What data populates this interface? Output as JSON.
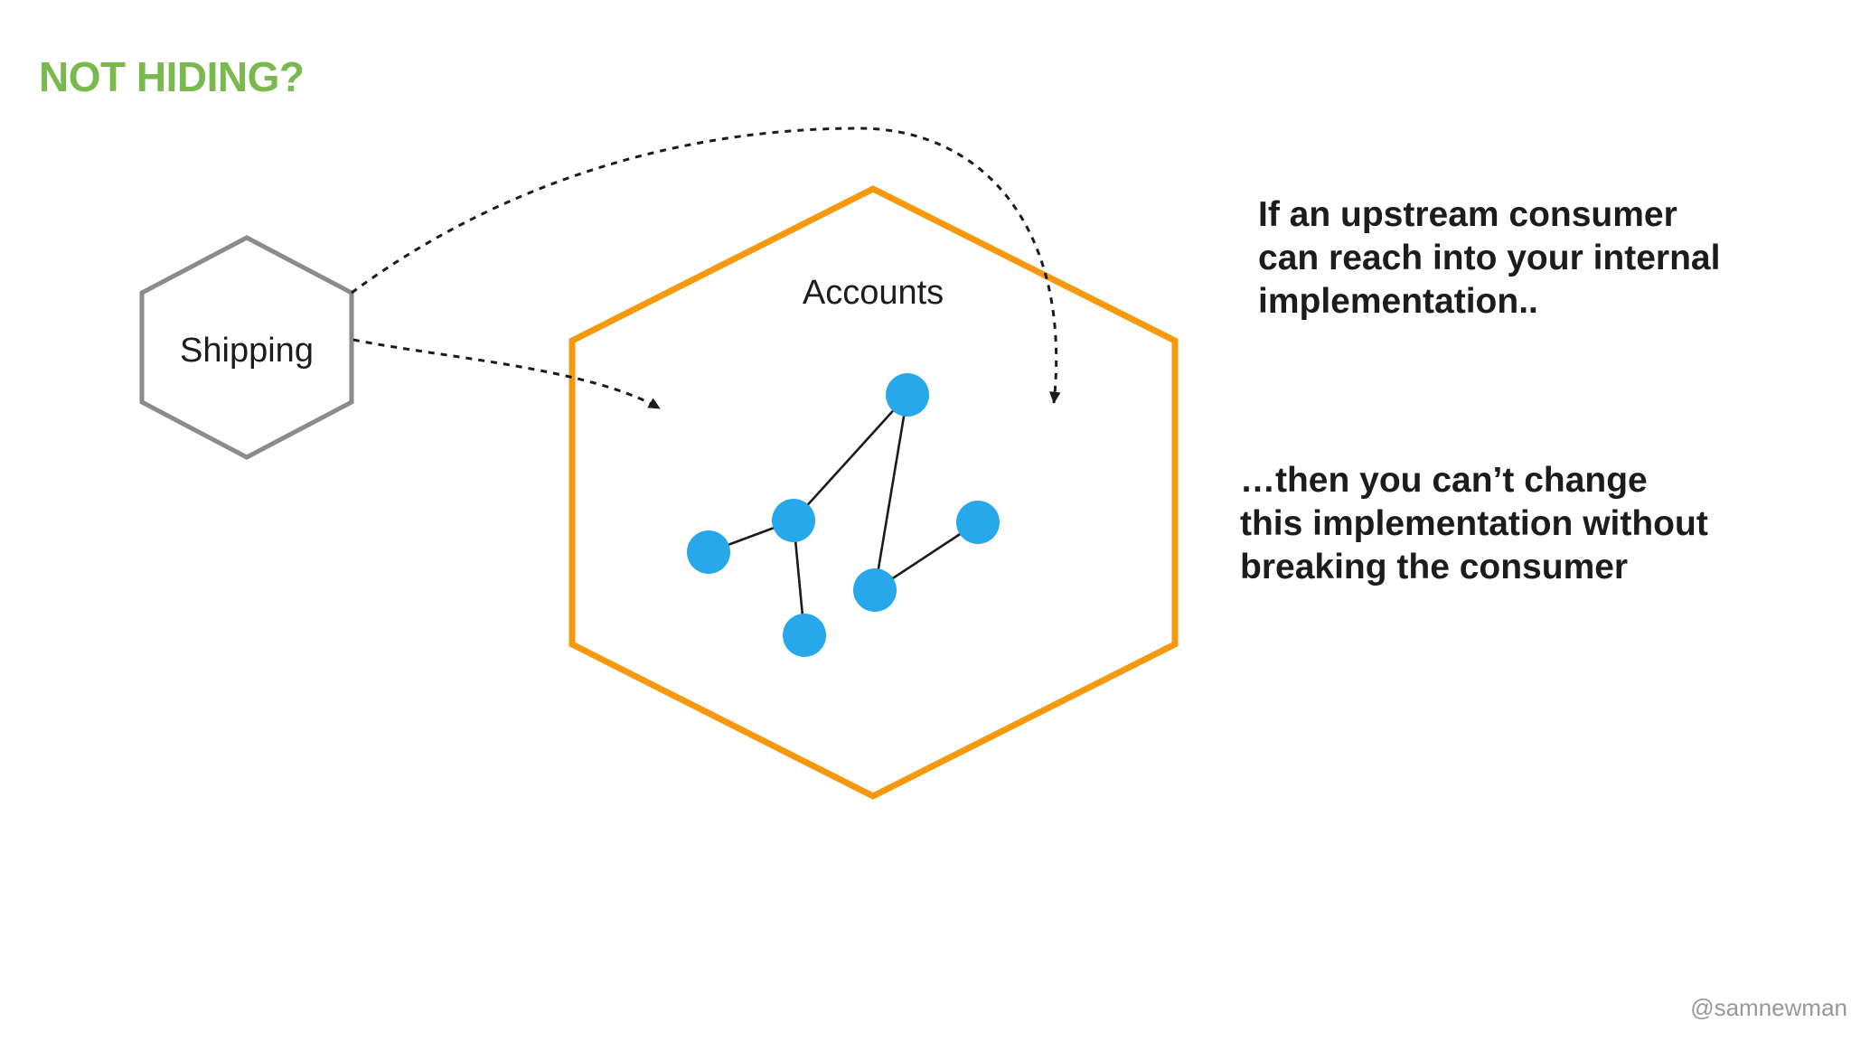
{
  "slide": {
    "title": "NOT HIDING?",
    "watermark": "@samnewman"
  },
  "diagram": {
    "shipping": {
      "label": "Shipping",
      "shape": "hexagon",
      "border_color": "#8B8B8B"
    },
    "accounts": {
      "label": "Accounts",
      "shape": "hexagon",
      "border_color": "#F7990F"
    },
    "internal_graph": {
      "node_count": 6,
      "edge_count": 5,
      "node_color": "#27A8EA"
    },
    "arrows": {
      "style": "dotted",
      "count": 2,
      "from": "Shipping",
      "to": "Accounts internals"
    }
  },
  "callouts": {
    "upstream": "If an upstream consumer\ncan reach into your internal\nimplementation..",
    "consequence": "…then you can’t change\nthis implementation without\nbreaking the consumer"
  },
  "colors": {
    "background": "#FFFFFF",
    "title_green": "#79B94E",
    "hex_orange": "#F7990F",
    "hex_gray": "#8B8B8B",
    "node_blue": "#27A8EA",
    "text_black": "#1C1C1C",
    "watermark_gray": "#98979B"
  }
}
